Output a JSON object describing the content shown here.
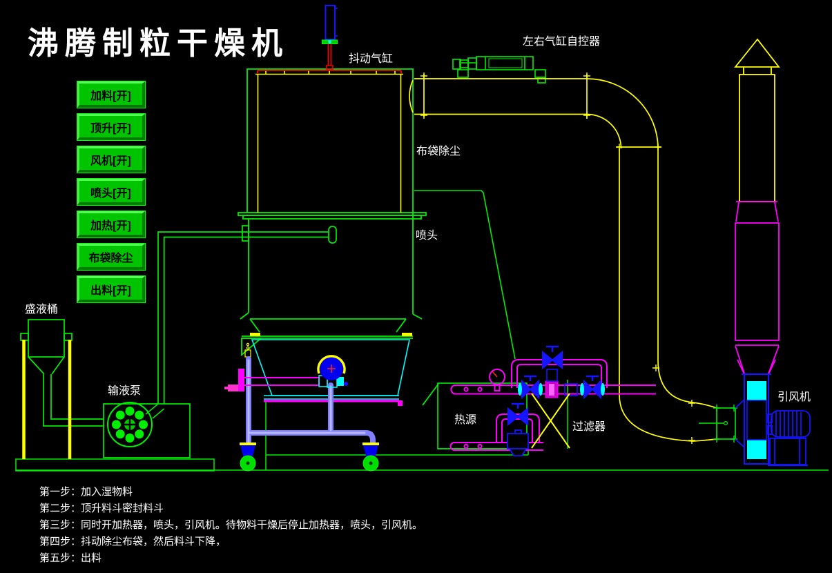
{
  "title": "沸腾制粒干燥机",
  "control_buttons": [
    {
      "label": "加料[开]"
    },
    {
      "label": "顶升[开]"
    },
    {
      "label": "风机[开]"
    },
    {
      "label": "喷头[开]"
    },
    {
      "label": "加热[开]"
    },
    {
      "label": "布袋除尘"
    },
    {
      "label": "出料[开]"
    }
  ],
  "diagram_labels": {
    "shaking_cylinder": "抖动气缸",
    "lr_cylinder_controller": "左右气缸自控器",
    "bag_dust_collector": "布袋除尘",
    "spray_nozzle": "喷头",
    "liquid_barrel": "盛液桶",
    "liquid_pump": "输液泵",
    "heat_source": "热源",
    "filter": "过滤器",
    "induced_draft_fan": "引风机"
  },
  "process_steps": [
    "第一步：加入湿物料",
    "第二步：顶升料斗密封料斗",
    "第三步：同时开加热器，喷头，引风机。待物料干燥后停止加热器，喷头，引风机。",
    "第四步：抖动除尘布袋，然后料斗下降，",
    "第五步：出料"
  ],
  "colors": {
    "background": "#000000",
    "title_text": "#ffffff",
    "label_text": "#ffffff",
    "button_face": "#00c400",
    "button_border": "#00ff00",
    "button_text": "#000000",
    "line_green": "#00ee00",
    "line_yellow": "#ffff00",
    "line_red": "#ff0000",
    "line_magenta": "#ff00ff",
    "line_cyan": "#00ffff",
    "line_blue": "#1515ff",
    "cart_tube": "#9090ff"
  }
}
